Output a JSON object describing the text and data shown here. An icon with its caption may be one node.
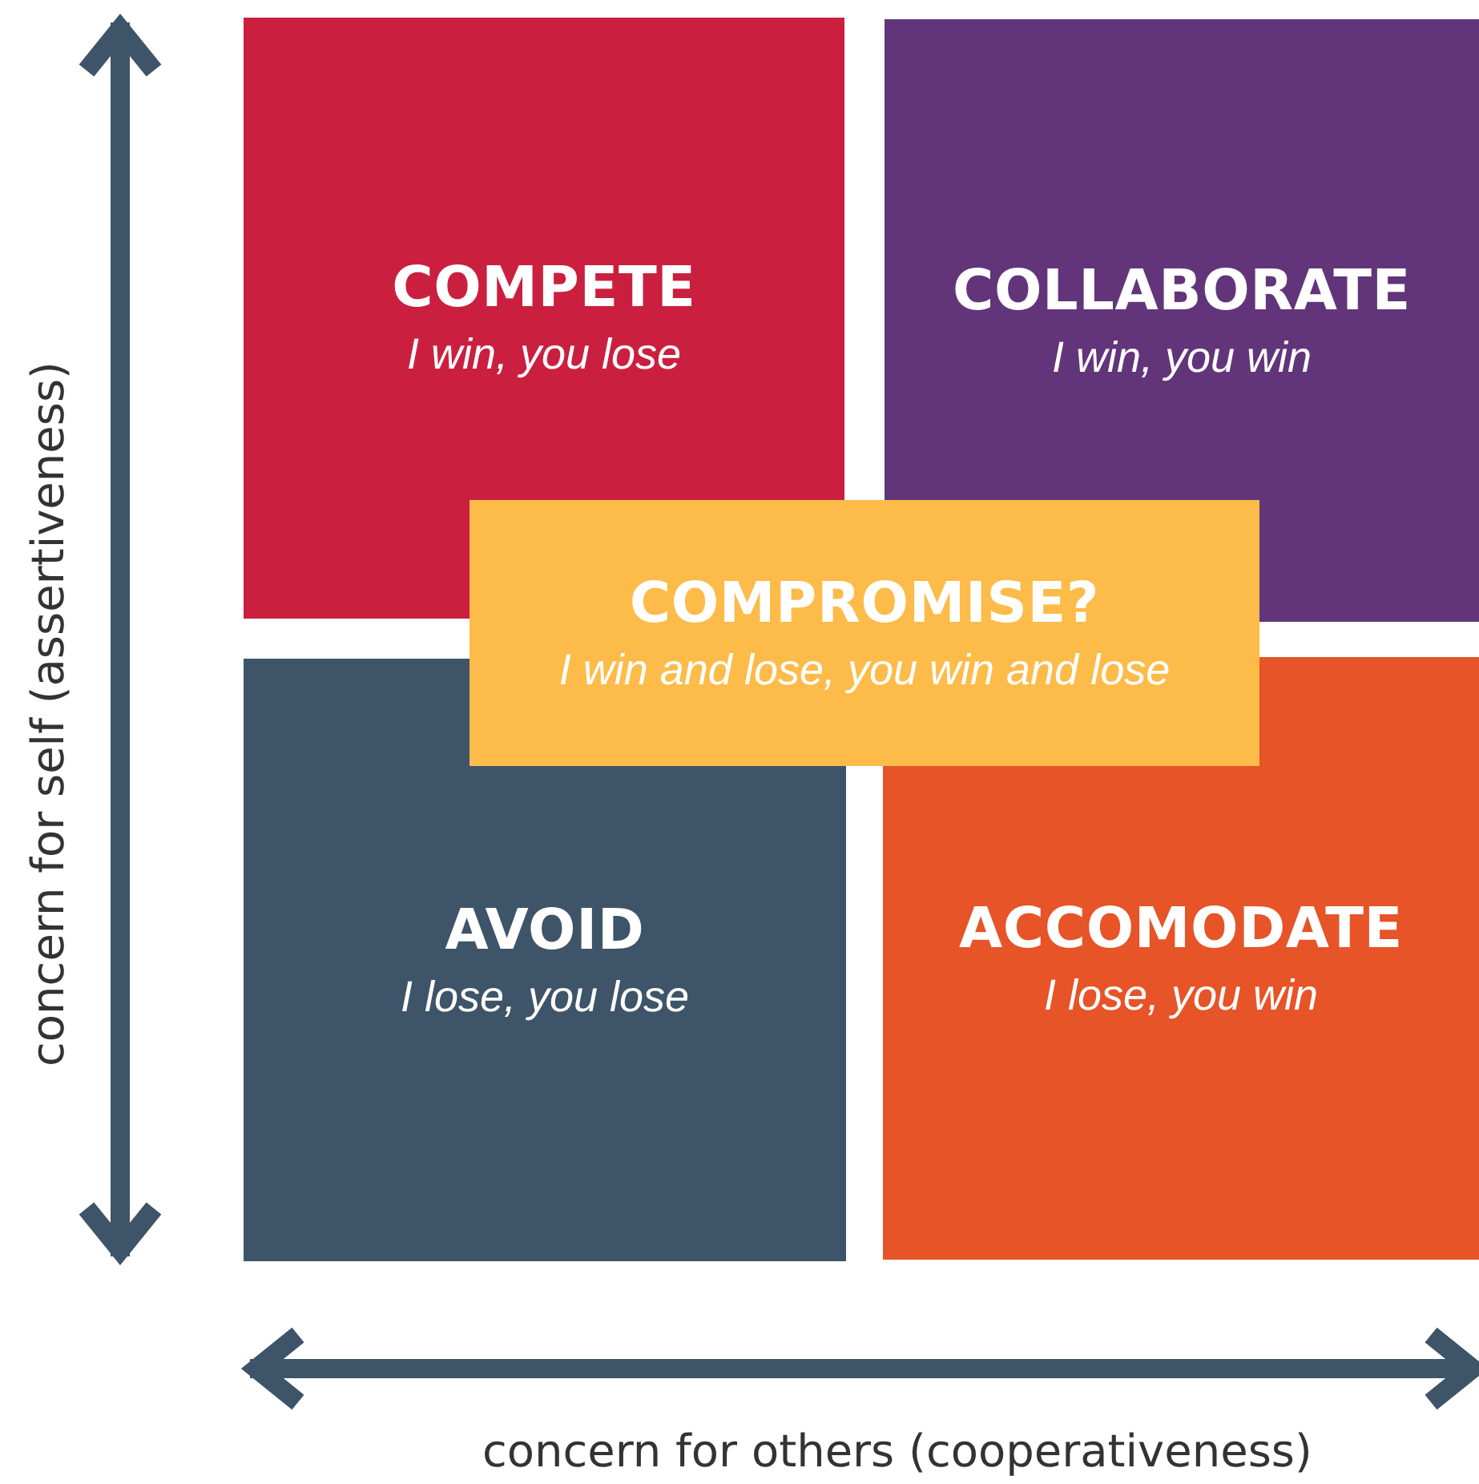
{
  "diagram": {
    "nodes": [
      {
        "text": [
          "COMPETE",
          "I win, you lose"
        ]
      },
      {
        "text": [
          "COLLABORATE",
          "I win, you win"
        ]
      },
      {
        "text": [
          "AVOID",
          "I lose, you lose"
        ]
      },
      {
        "text": [
          "ACCOMODATE",
          "I lose, you win"
        ]
      },
      {
        "text": [
          "COMPROMISE?",
          "I win and lose, you win and lose"
        ]
      }
    ],
    "edges": [],
    "labels": [
      "concern for self (assertiveness)",
      "concern for others (cooperativeness)"
    ]
  }
}
